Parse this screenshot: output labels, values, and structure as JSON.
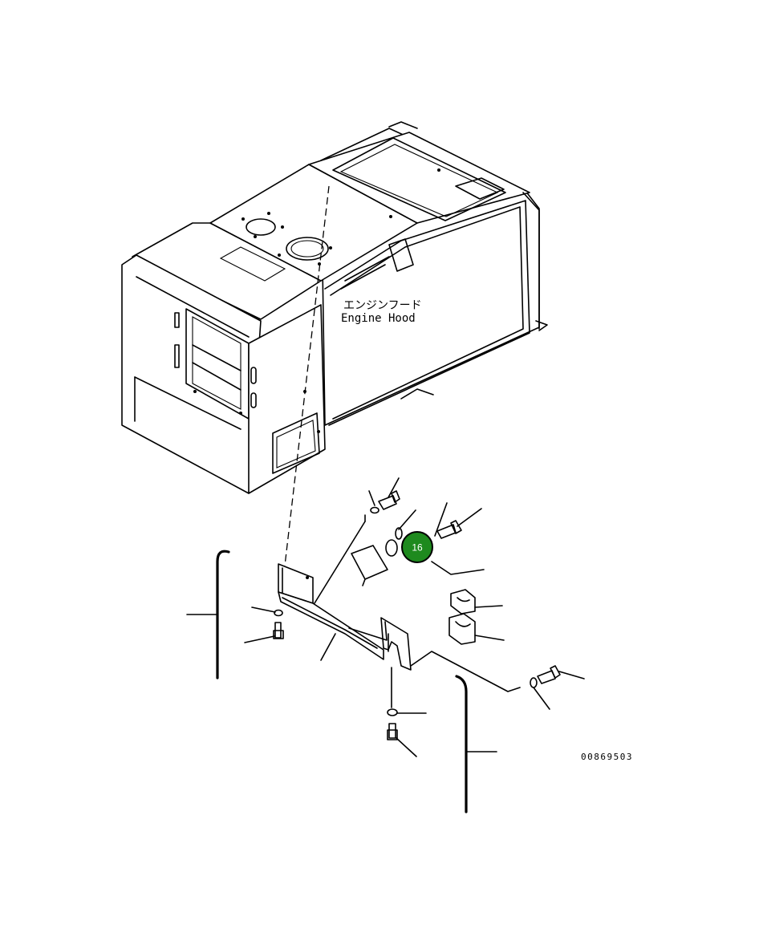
{
  "diagram": {
    "label_japanese": "エンジンフード",
    "label_english": "Engine Hood",
    "figure_number": "00869503",
    "callouts": [
      {
        "number": "16",
        "color": "#1e8a1e",
        "ring": "#000000"
      }
    ]
  }
}
